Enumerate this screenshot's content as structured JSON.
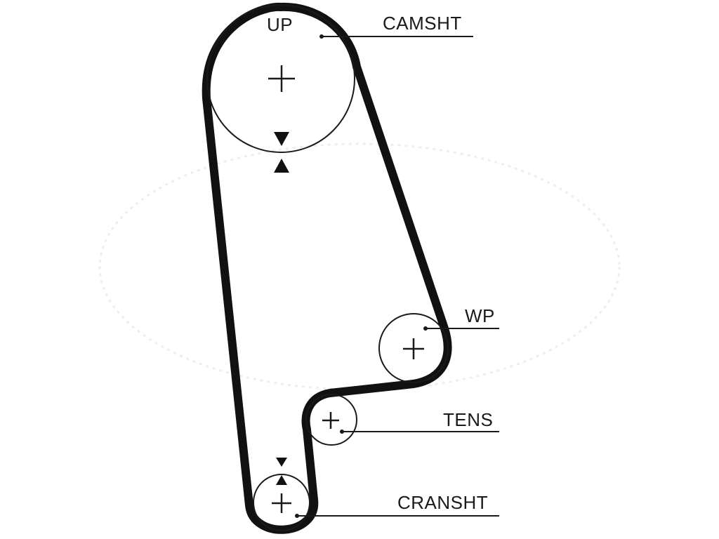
{
  "diagram": {
    "labels": {
      "up": "UP",
      "camshaft": "CAMSHT",
      "water_pump": "WP",
      "tensioner": "TENS",
      "crankshaft": "CRANSHT"
    },
    "colors": {
      "belt": "#111111",
      "line": "#1a1a1a",
      "watermark": "#eeeeee"
    }
  }
}
